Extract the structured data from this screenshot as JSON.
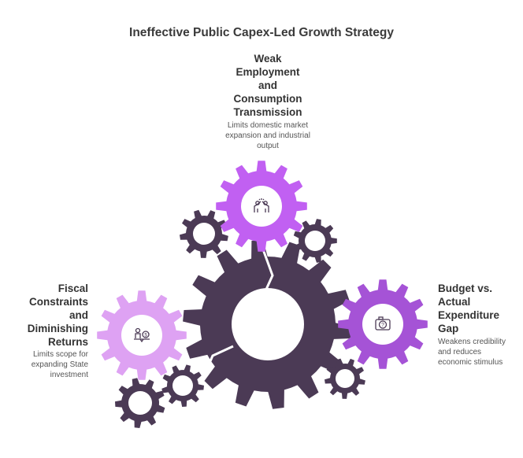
{
  "title": "Ineffective Public Capex-Led Growth Strategy",
  "items": [
    {
      "heading": "Weak Employment and Consumption Transmission",
      "lines": [
        "Weak",
        "Employment",
        "and",
        "Consumption",
        "Transmission"
      ],
      "description": "Limits domestic market expansion and industrial output",
      "icon": "team-celebration-icon",
      "color": "#c160f2"
    },
    {
      "heading": "Fiscal Constraints and Diminishing Returns",
      "lines": [
        "Fiscal",
        "Constraints",
        "and",
        "Diminishing",
        "Returns"
      ],
      "description": "Limits scope for expanding State investment",
      "icon": "person-money-balance-icon",
      "color": "#dea2f3"
    },
    {
      "heading": "Budget vs. Actual Expenditure Gap",
      "lines": [
        "Budget vs.",
        "Actual",
        "Expenditure",
        "Gap"
      ],
      "description": "Weakens credibility and reduces economic stimulus",
      "icon": "camera-question-icon",
      "color": "#a553d6"
    }
  ],
  "colors": {
    "dark_gear": "#4b3a55"
  }
}
